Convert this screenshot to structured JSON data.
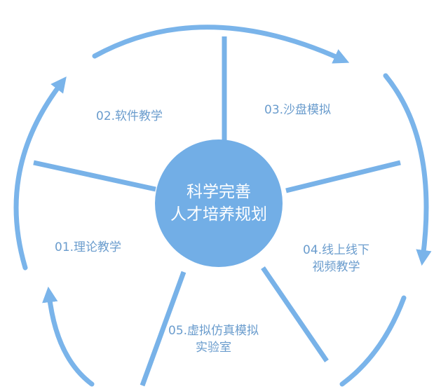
{
  "diagram": {
    "center": {
      "line1": "科学完善",
      "line2": "人才培养规划"
    },
    "segments": [
      {
        "label": "01.理论教学"
      },
      {
        "label": "02.软件教学"
      },
      {
        "label": "03.沙盘模拟"
      },
      {
        "label_line1": "04.线上线下",
        "label_line2": "视频教学"
      },
      {
        "label_line1": "05.虚拟仿真模拟",
        "label_line2": "实验室"
      }
    ]
  },
  "colors": {
    "circle_fill": "#72aee6",
    "spoke": "#78b2e8",
    "arrow": "#7ab4ea",
    "label_text": "#6a9ccd",
    "center_text": "#ffffff"
  }
}
